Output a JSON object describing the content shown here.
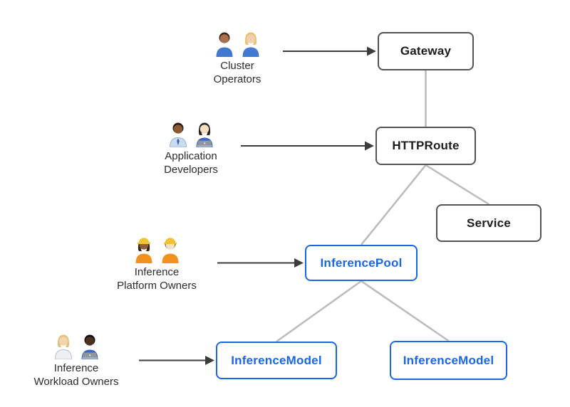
{
  "colors": {
    "background": "#ffffff",
    "gray_box_border": "#505458",
    "gray_box_text": "#1c1c1c",
    "blue": "#1a66e8",
    "connector_gray": "#bbbbbb",
    "arrow_dark": "#3d3d3d",
    "persona_text": "#2b2b2b"
  },
  "nodes": [
    {
      "id": "gateway",
      "label": "Gateway",
      "style": "gray"
    },
    {
      "id": "httproute",
      "label": "HTTPRoute",
      "style": "gray"
    },
    {
      "id": "service",
      "label": "Service",
      "style": "gray"
    },
    {
      "id": "inferencepool",
      "label": "InferencePool",
      "style": "blue"
    },
    {
      "id": "inferencemodel-1",
      "label": "InferenceModel",
      "style": "blue"
    },
    {
      "id": "inferencemodel-2",
      "label": "InferenceModel",
      "style": "blue"
    }
  ],
  "personas": [
    {
      "id": "cluster-operators",
      "lines": [
        "Cluster",
        "Operators"
      ],
      "emoji": "👨🏽‍🔧 👩🏼‍🔧",
      "persons": [
        {
          "skin": "#a9714b",
          "hair": "#3f2a1a",
          "torso": "#4179d0"
        },
        {
          "skin": "#f2cfae",
          "hair": "#e6c36c",
          "torso": "#4179d0",
          "longHair": true
        }
      ]
    },
    {
      "id": "application-developers",
      "lines": [
        "Application",
        "Developers"
      ],
      "emoji": "👨🏾‍💼 👩🏻‍💻",
      "persons": [
        {
          "skin": "#8a5a33",
          "hair": "#241811",
          "torso": "#c9ddf2",
          "torsoStroke": "#9db4cc",
          "tie": true
        },
        {
          "skin": "#f6ddc6",
          "hair": "#2a2522",
          "torso": "#3b63c9",
          "longHair": true,
          "laptop": true
        }
      ]
    },
    {
      "id": "inference-platform-owners",
      "lines": [
        "Inference",
        "Platform Owners"
      ],
      "emoji": "👷🏾‍♀️ 👷🏻",
      "persons": [
        {
          "skin": "#8f5b3a",
          "hair": "#33231a",
          "torso": "#f2921e",
          "helmet": "#f1c232",
          "longHair": true
        },
        {
          "skin": "#f7dfc8",
          "hair": "#7a5c38",
          "torso": "#f2921e",
          "helmet": "#f1c232"
        }
      ]
    },
    {
      "id": "inference-workload-owners",
      "lines": [
        "Inference",
        "Workload Owners"
      ],
      "emoji": "🧑🏼‍⚕️ 👨🏿‍💻",
      "persons": [
        {
          "skin": "#f3d3ab",
          "hair": "#dec37c",
          "torso": "#eef1f4",
          "torsoStroke": "#b9c0c7",
          "longHair": true
        },
        {
          "skin": "#4e3020",
          "hair": "#120d0a",
          "torso": "#3b63c9",
          "laptop": true
        }
      ]
    }
  ],
  "edges": [
    {
      "from": "cluster-operators",
      "to": "gateway",
      "kind": "arrow"
    },
    {
      "from": "application-developers",
      "to": "httproute",
      "kind": "arrow"
    },
    {
      "from": "inference-platform-owners",
      "to": "inferencepool",
      "kind": "arrow"
    },
    {
      "from": "inference-workload-owners",
      "to": "inferencemodel-1",
      "kind": "arrow"
    },
    {
      "from": "gateway",
      "to": "httproute",
      "kind": "line"
    },
    {
      "from": "httproute",
      "to": "inferencepool",
      "kind": "line"
    },
    {
      "from": "httproute",
      "to": "service",
      "kind": "line"
    },
    {
      "from": "inferencepool",
      "to": "inferencemodel-1",
      "kind": "line"
    },
    {
      "from": "inferencepool",
      "to": "inferencemodel-2",
      "kind": "line"
    }
  ]
}
